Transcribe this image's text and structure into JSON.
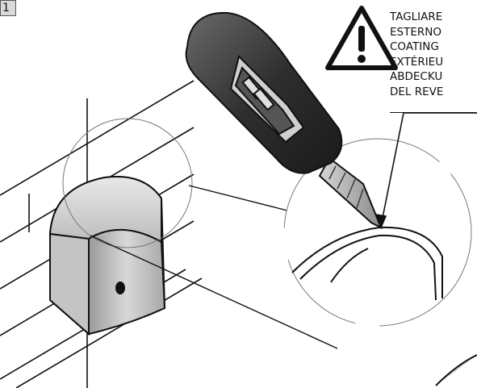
{
  "step": {
    "number": "1"
  },
  "warning": {
    "icon": "warning-triangle-icon",
    "lines": [
      "TAGLIARE",
      "ESTERNO",
      "COATING",
      "EXTÉRIEU",
      "ABDECKU",
      "DEL REVE"
    ]
  },
  "colors": {
    "ink": "#111111",
    "gray_fill": "#d9d9d9",
    "dark_handle": "#3a3a3a",
    "blade": "#b8b8b8"
  }
}
